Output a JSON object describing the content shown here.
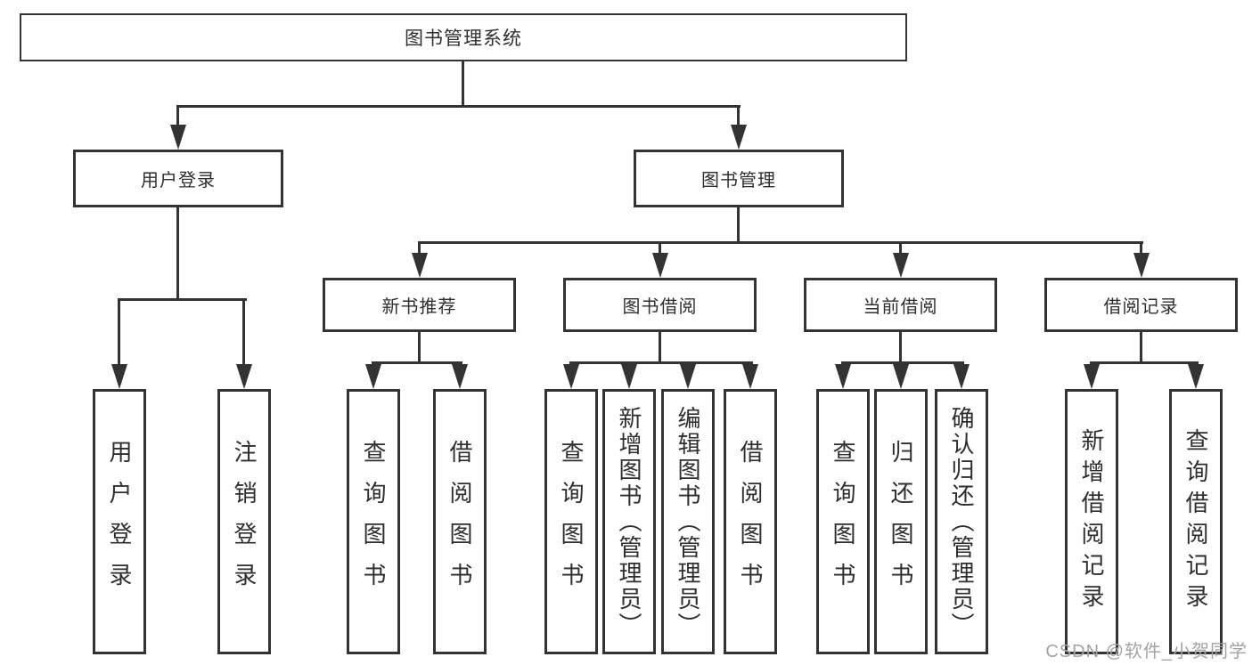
{
  "diagram": {
    "root": {
      "label": "图书管理系统",
      "children": [
        {
          "label": "用户登录",
          "children": [
            {
              "label": "用户登录"
            },
            {
              "label": "注销登录"
            }
          ]
        },
        {
          "label": "图书管理",
          "children": [
            {
              "label": "新书推荐",
              "children": [
                {
                  "label": "查询图书"
                },
                {
                  "label": "借阅图书"
                }
              ]
            },
            {
              "label": "图书借阅",
              "children": [
                {
                  "label": "查询图书"
                },
                {
                  "label": "新增图书（管理员）"
                },
                {
                  "label": "编辑图书（管理员）"
                },
                {
                  "label": "借阅图书"
                }
              ]
            },
            {
              "label": "当前借阅",
              "children": [
                {
                  "label": "查询图书"
                },
                {
                  "label": "归还图书"
                },
                {
                  "label": "确认归还（管理员）"
                }
              ]
            },
            {
              "label": "借阅记录",
              "children": [
                {
                  "label": "新增借阅记录"
                },
                {
                  "label": "查询借阅记录"
                }
              ]
            }
          ]
        }
      ]
    }
  },
  "watermark": {
    "text": "CSDN @软件_小贺同学"
  },
  "colors": {
    "line": "#333333",
    "box_background": "#ffffff",
    "text": "#2e2e2e",
    "watermark": "#a3a3a3"
  }
}
